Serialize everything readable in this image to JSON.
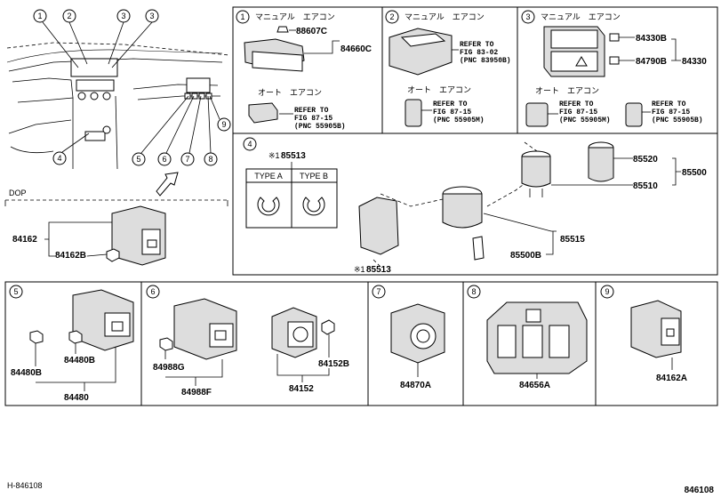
{
  "diagram_id": "H-846108",
  "page_number": "846108",
  "overview": {
    "callouts": [
      "1",
      "2",
      "3",
      "3",
      "4",
      "5",
      "6",
      "7",
      "8",
      "9"
    ]
  },
  "dop": {
    "label": "DOP",
    "parts": [
      "84162",
      "84162B"
    ]
  },
  "panel1": {
    "num": "1",
    "title": "マニュアル　エアコン",
    "parts": [
      "88607C",
      "84660C"
    ],
    "auto_title": "オート　エアコン",
    "refer": [
      "REFER TO",
      "FIG 87-15",
      "(PNC 55905B)"
    ]
  },
  "panel2": {
    "num": "2",
    "title": "マニュアル　エアコン",
    "refer_top": [
      "REFER TO",
      "FIG 83-02",
      "(PNC 83950B)"
    ],
    "auto_title": "オート　エアコン",
    "refer_bottom": [
      "REFER TO",
      "FIG 87-15",
      "(PNC 55905M)"
    ]
  },
  "panel3": {
    "num": "3",
    "title": "マニュアル　エアコン",
    "parts": [
      "84330B",
      "84790B",
      "84330"
    ],
    "auto_title": "オート　エアコン",
    "refer_left": [
      "REFER TO",
      "FIG 87-15",
      "(PNC 55905M)"
    ],
    "refer_right": [
      "REFER TO",
      "FIG 87-15",
      "(PNC 55905B)"
    ]
  },
  "panel4": {
    "num": "4",
    "star": "※1",
    "part_top": "85513",
    "type_a": "TYPE A",
    "type_b": "TYPE B",
    "part_bottom": "85513",
    "parts": [
      "85520",
      "85500",
      "85510",
      "85515",
      "85500B"
    ]
  },
  "panel5": {
    "num": "5",
    "parts": [
      "84480B",
      "84480B",
      "84480"
    ]
  },
  "panel6": {
    "num": "6",
    "parts": [
      "84988G",
      "84988F"
    ]
  },
  "panel6b": {
    "parts": [
      "84152B",
      "84152"
    ]
  },
  "panel7": {
    "num": "7",
    "parts": [
      "84870A"
    ]
  },
  "panel8": {
    "num": "8",
    "parts": [
      "84656A"
    ]
  },
  "panel9": {
    "num": "9",
    "parts": [
      "84162A"
    ]
  }
}
